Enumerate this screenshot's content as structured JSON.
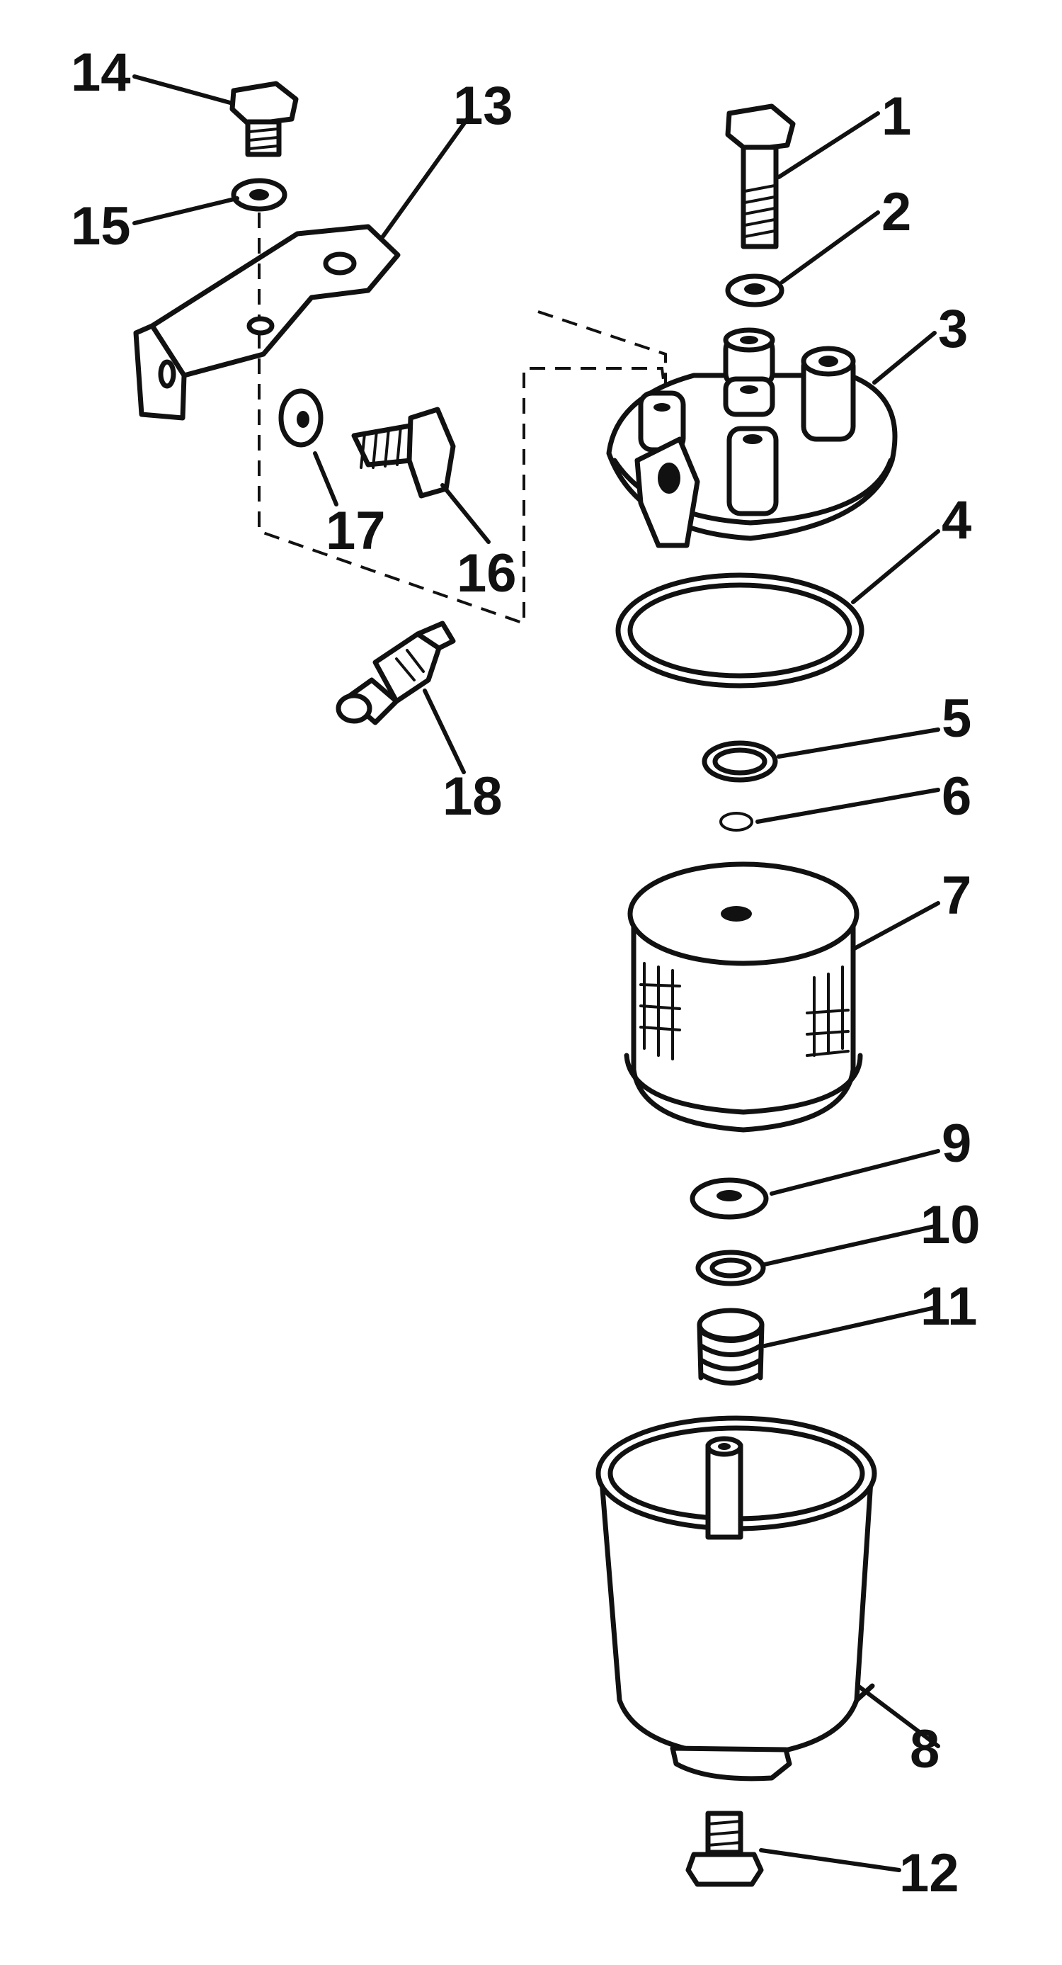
{
  "diagram": {
    "type": "exploded-parts-view",
    "parts": [
      {
        "id": "1",
        "label": "1"
      },
      {
        "id": "2",
        "label": "2"
      },
      {
        "id": "3",
        "label": "3"
      },
      {
        "id": "4",
        "label": "4"
      },
      {
        "id": "5",
        "label": "5"
      },
      {
        "id": "6",
        "label": "6"
      },
      {
        "id": "7",
        "label": "7"
      },
      {
        "id": "8",
        "label": "8"
      },
      {
        "id": "9",
        "label": "9"
      },
      {
        "id": "10",
        "label": "10"
      },
      {
        "id": "11",
        "label": "11"
      },
      {
        "id": "12",
        "label": "12"
      },
      {
        "id": "13",
        "label": "13"
      },
      {
        "id": "14",
        "label": "14"
      },
      {
        "id": "15",
        "label": "15"
      },
      {
        "id": "16",
        "label": "16"
      },
      {
        "id": "17",
        "label": "17"
      },
      {
        "id": "18",
        "label": "18"
      }
    ],
    "colors": {
      "ink": "#111111",
      "background": "#ffffff"
    }
  }
}
